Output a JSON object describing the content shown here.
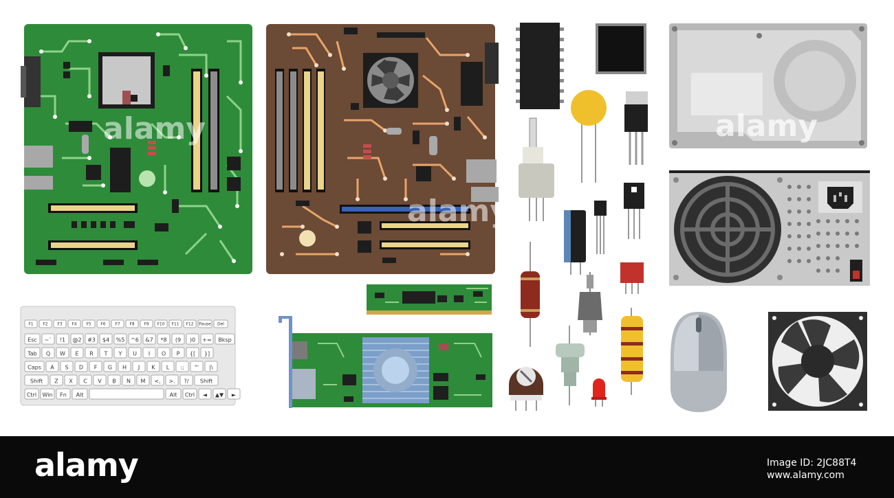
{
  "watermark": {
    "text": "alamy",
    "color": "#ffffff"
  },
  "keyboard": {
    "rows": [
      [
        "F1",
        "F2",
        "F3",
        "F4",
        "F5",
        "F6",
        "F7",
        "F8",
        "F9",
        "F10",
        "F11",
        "F12",
        "Pause",
        "Del"
      ],
      [
        "Esc",
        "~`",
        "!1",
        "@2",
        "#3",
        "$4",
        "%5",
        "^6",
        "&7",
        "*8",
        "(9",
        ")0",
        "+=",
        "Bksp"
      ],
      [
        "Tab",
        "Q",
        "W",
        "E",
        "R",
        "T",
        "Y",
        "U",
        "I",
        "O",
        "P",
        "{[",
        "}]"
      ],
      [
        "Caps",
        "A",
        "S",
        "D",
        "F",
        "G",
        "H",
        "J",
        "K",
        "L",
        ":;",
        "\"'",
        "|\\"
      ],
      [
        "Shift",
        "Z",
        "X",
        "C",
        "V",
        "B",
        "N",
        "M",
        "<,",
        ">.",
        "?/",
        "Shift"
      ],
      [
        "Ctrl",
        "Win",
        "Fn",
        "Alt",
        "",
        "Alt",
        "Ctrl",
        "◄",
        "▲▼",
        "►"
      ]
    ]
  },
  "footer": {
    "brand": "alamy",
    "image_id_line": "Image ID: 2JC88T4",
    "site_line": "www.alamy.com",
    "bg_color": "#0a0a0a"
  },
  "colors": {
    "green_pcb": "#2e8b3a",
    "brown_pcb": "#6b4a36",
    "trace_green": "#8fd38a",
    "trace_orange": "#e8a46a",
    "slot_yellow": "#e9d48a",
    "slot_grey": "#8c8c8c",
    "slot_blue": "#3a62b5",
    "psu_grey": "#c9c9c9",
    "hdd_grey": "#cfcfcf",
    "fan_dark": "#2f2f2f"
  }
}
